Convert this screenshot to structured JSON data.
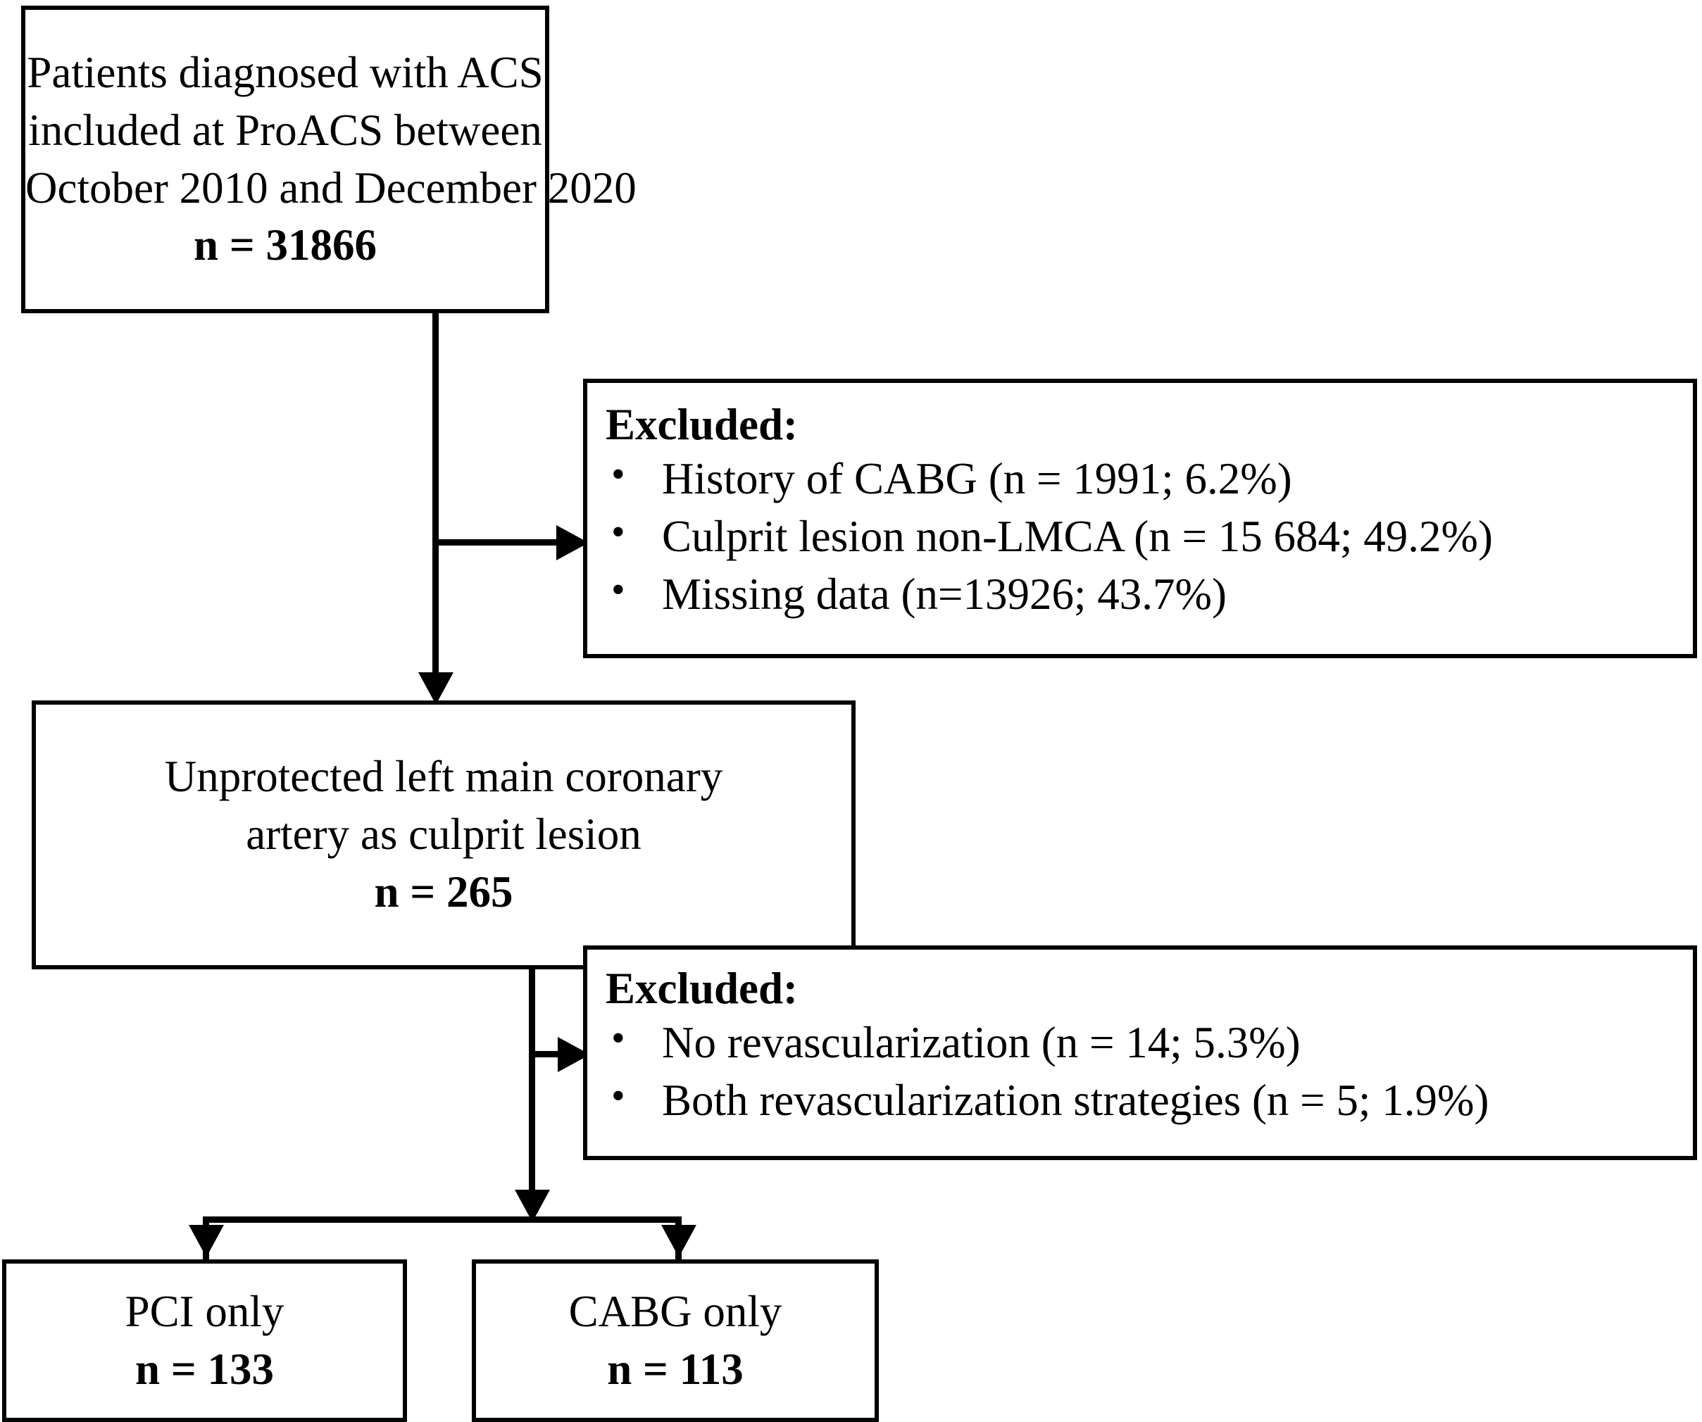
{
  "diagram": {
    "title": "ACS patient selection flow",
    "stroke_color": "#000000",
    "background_color": "#ffffff",
    "nodes": {
      "source_cohort": {
        "lines": [
          "Patients diagnosed with ACS",
          "included at ProACS between",
          "October 2010 and December 2020"
        ],
        "count_label": "n = 31866"
      },
      "exclusions_1": {
        "title": "Excluded:",
        "bullet_glyph": "•",
        "items": [
          "History of CABG (n = 1991; 6.2%)",
          "Culprit lesion non-LMCA (n = 15 684; 49.2%)",
          "Missing data (n=13926; 43.7%)"
        ]
      },
      "eligible_cohort": {
        "lines": [
          "Unprotected left main coronary",
          "artery as culprit lesion"
        ],
        "count_label": "n = 265"
      },
      "exclusions_2": {
        "title": "Excluded:",
        "bullet_glyph": "•",
        "items": [
          "No revascularization (n = 14; 5.3%)",
          "Both revascularization strategies (n = 5; 1.9%)"
        ]
      },
      "arm_pci": {
        "label": "PCI only",
        "count_label": "n = 133"
      },
      "arm_cabg": {
        "label": "CABG only",
        "count_label": "n = 113"
      }
    }
  }
}
